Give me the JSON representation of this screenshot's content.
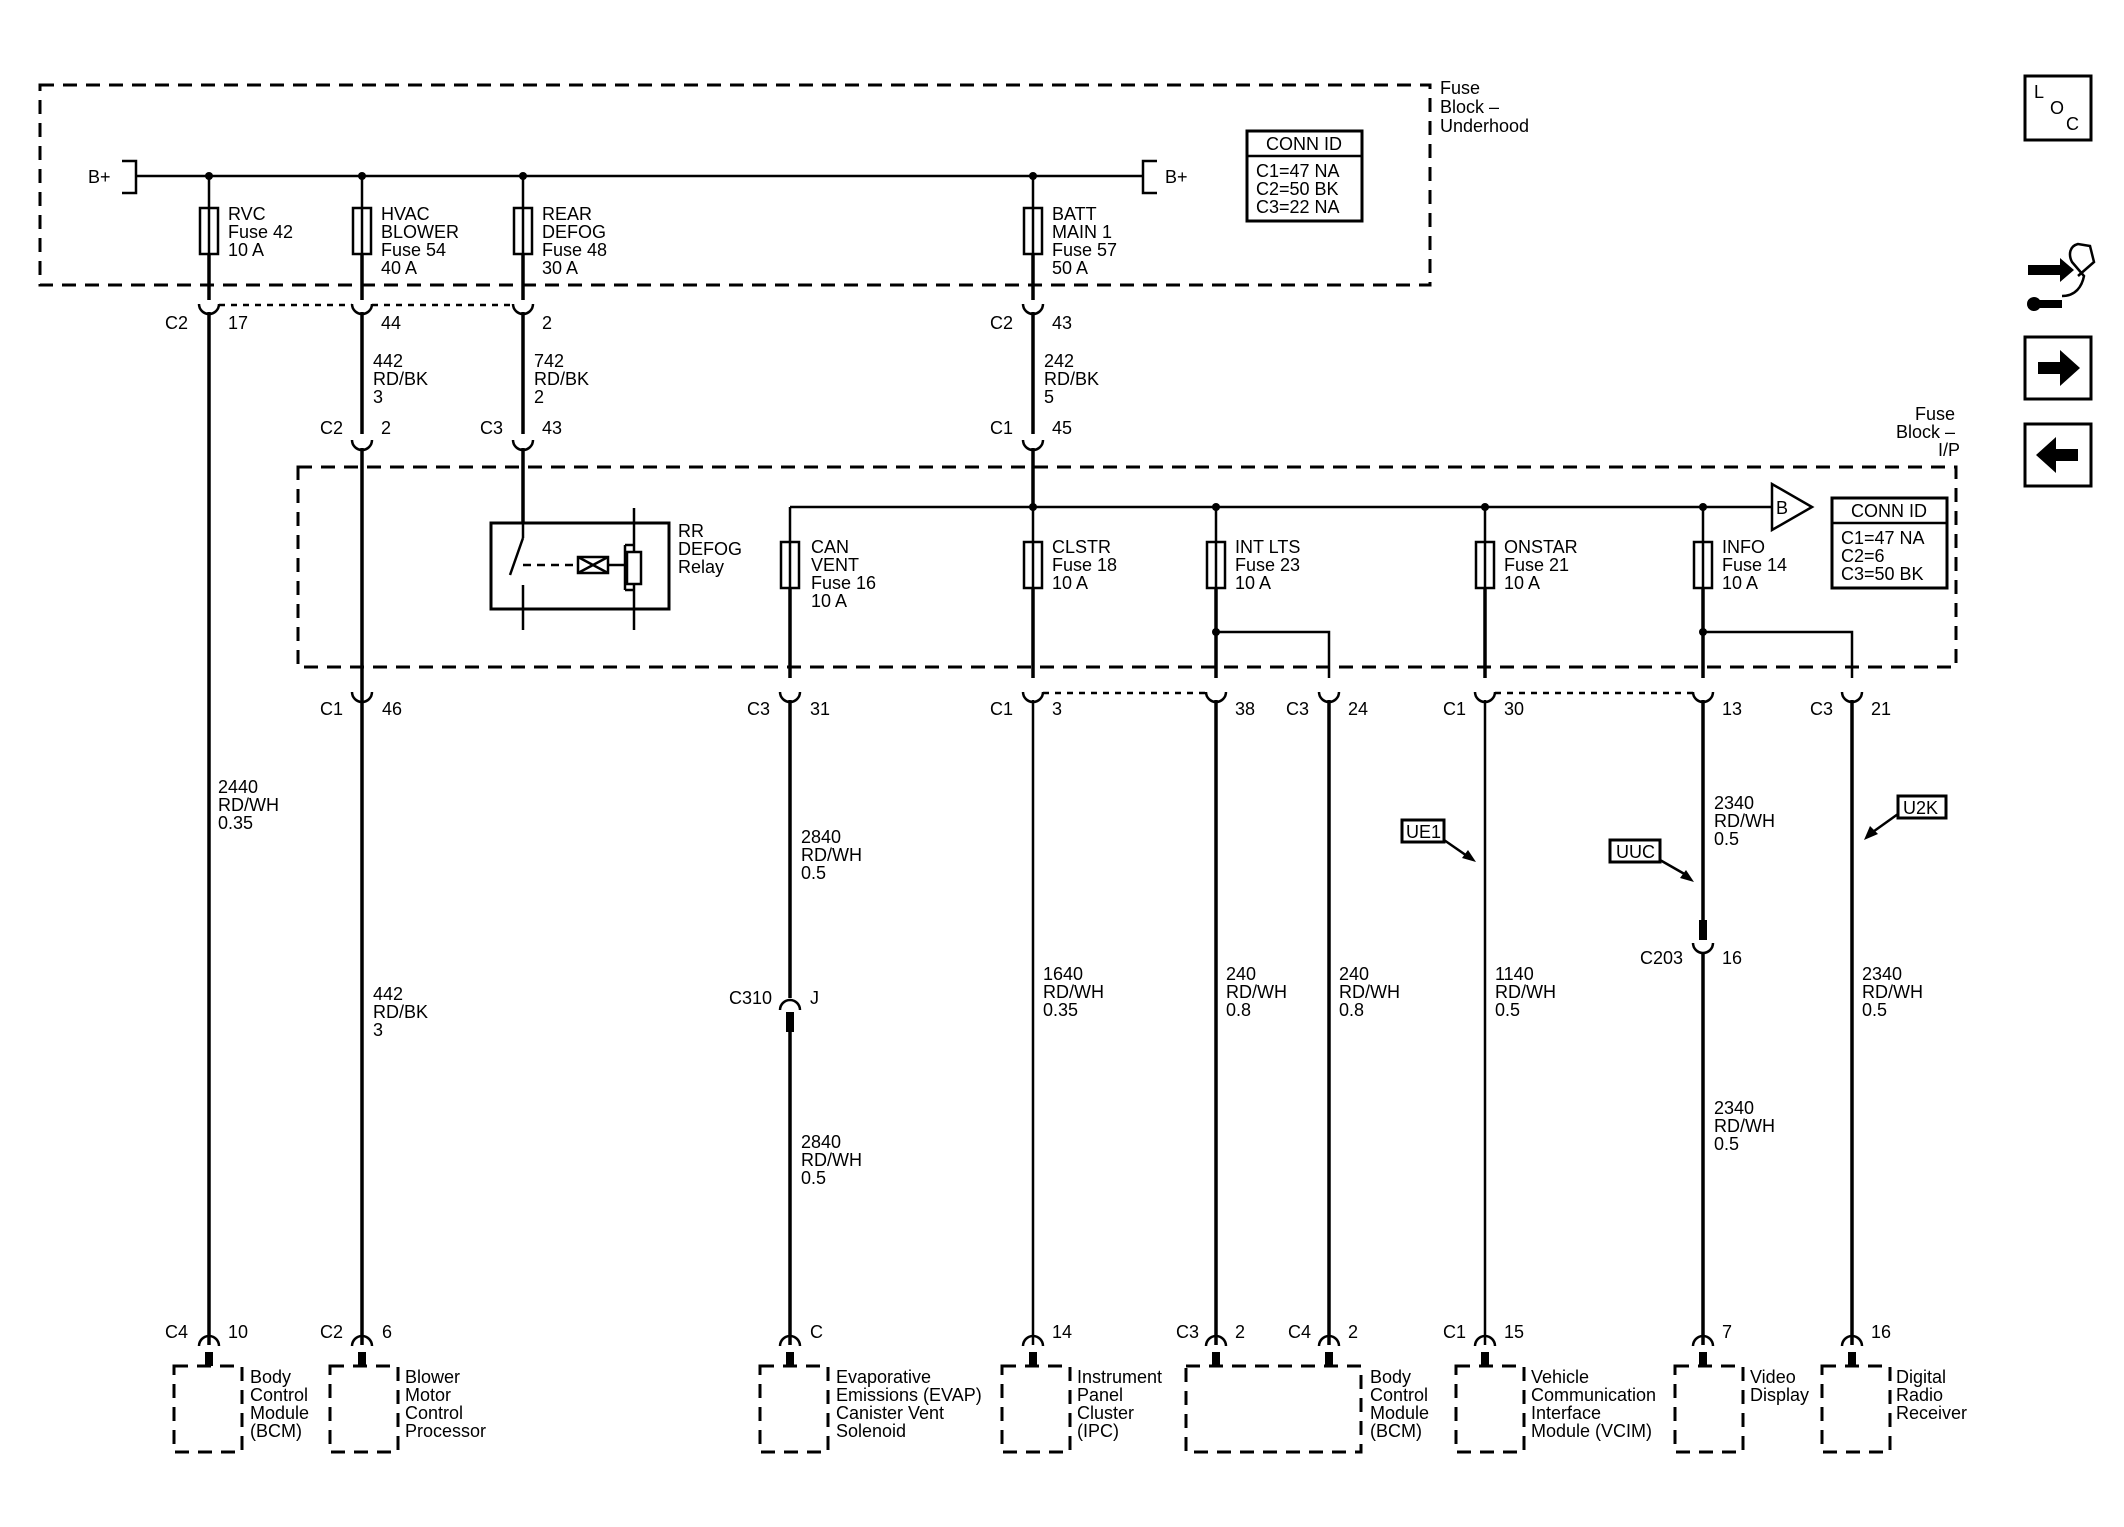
{
  "underhood_block": {
    "label": [
      "Fuse",
      "Block –",
      "Underhood"
    ]
  },
  "ip_block": {
    "label": [
      "Fuse",
      "Block –",
      "I/P"
    ]
  },
  "battery_terminal": "B+",
  "conn_id_underhood": {
    "title": "CONN ID",
    "rows": [
      "C1=47 NA",
      "C2=50 BK",
      "C3=22 NA"
    ]
  },
  "conn_id_ip": {
    "title": "CONN ID",
    "rows": [
      "C1=47 NA",
      "C2=6",
      "C3=50 BK"
    ]
  },
  "underhood_fuses": [
    {
      "label": [
        "RVC",
        "Fuse 42",
        "10 A"
      ],
      "connector": "C2",
      "pin": "17"
    },
    {
      "label": [
        "HVAC",
        "BLOWER",
        "Fuse 54",
        "40 A"
      ],
      "connector": "",
      "pin": "44"
    },
    {
      "label": [
        "REAR",
        "DEFOG",
        "Fuse 48",
        "30 A"
      ],
      "connector": "",
      "pin": "2"
    },
    {
      "label": [
        "BATT",
        "MAIN 1",
        "Fuse 57",
        "50 A"
      ],
      "connector": "C2",
      "pin": "43"
    }
  ],
  "feed_wires": [
    {
      "label": [
        "442",
        "RD/BK",
        "3"
      ],
      "connector": "C2",
      "pin": "2"
    },
    {
      "label": [
        "742",
        "RD/BK",
        "2"
      ],
      "connector": "C3",
      "pin": "43"
    },
    {
      "label": [
        "242",
        "RD/BK",
        "5"
      ],
      "connector": "C1",
      "pin": "45"
    }
  ],
  "relay": {
    "label": [
      "RR",
      "DEFOG",
      "Relay"
    ]
  },
  "bus_offpage": "B",
  "ip_fuses": [
    {
      "label": [
        "CAN",
        "VENT",
        "Fuse 16",
        "10 A"
      ]
    },
    {
      "label": [
        "CLSTR",
        "Fuse 18",
        "10 A"
      ]
    },
    {
      "label": [
        "INT LTS",
        "Fuse 23",
        "10 A"
      ]
    },
    {
      "label": [
        "ONSTAR",
        "Fuse 21",
        "10 A"
      ]
    },
    {
      "label": [
        "INFO",
        "Fuse 14",
        "10 A"
      ]
    }
  ],
  "ip_outputs": [
    {
      "connector": "C1",
      "pin": "46"
    },
    {
      "connector": "C3",
      "pin": "31"
    },
    {
      "connector": "C1",
      "pin": "3"
    },
    {
      "connector": "",
      "pin": "38"
    },
    {
      "connector": "C3",
      "pin": "24"
    },
    {
      "connector": "C1",
      "pin": "30"
    },
    {
      "connector": "",
      "pin": "13"
    },
    {
      "connector": "C3",
      "pin": "21"
    }
  ],
  "wires": [
    {
      "label": [
        "2440",
        "RD/WH",
        "0.35"
      ]
    },
    {
      "label": [
        "442",
        "RD/BK",
        "3"
      ]
    },
    {
      "label": [
        "2840",
        "RD/WH",
        "0.5"
      ]
    },
    {
      "label": [
        "2840",
        "RD/WH",
        "0.5"
      ]
    },
    {
      "label": [
        "1640",
        "RD/WH",
        "0.35"
      ]
    },
    {
      "label": [
        "240",
        "RD/WH",
        "0.8"
      ]
    },
    {
      "label": [
        "240",
        "RD/WH",
        "0.8"
      ]
    },
    {
      "label": [
        "1140",
        "RD/WH",
        "0.5"
      ]
    },
    {
      "label": [
        "2340",
        "RD/WH",
        "0.5"
      ]
    },
    {
      "label": [
        "2340",
        "RD/WH",
        "0.5"
      ]
    },
    {
      "label": [
        "2340",
        "RD/WH",
        "0.5"
      ]
    }
  ],
  "inline_connectors": [
    {
      "connector": "C310",
      "pin": "J"
    },
    {
      "connector": "C203",
      "pin": "16"
    }
  ],
  "option_codes": [
    "UE1",
    "UUC",
    "U2K"
  ],
  "components": [
    {
      "label": [
        "Body",
        "Control",
        "Module",
        "(BCM)"
      ],
      "connector": "C4",
      "pin": "10"
    },
    {
      "label": [
        "Blower",
        "Motor",
        "Control",
        "Processor"
      ],
      "connector": "C2",
      "pin": "6"
    },
    {
      "label": [
        "Evaporative",
        "Emissions (EVAP)",
        "Canister Vent",
        "Solenoid"
      ],
      "connector": "",
      "pin": "C"
    },
    {
      "label": [
        "Instrument",
        "Panel",
        "Cluster",
        "(IPC)"
      ],
      "connector": "",
      "pin": "14"
    },
    {
      "label": [
        "Body",
        "Control",
        "Module",
        "(BCM)"
      ],
      "pins": [
        {
          "connector": "C3",
          "pin": "2"
        },
        {
          "connector": "C4",
          "pin": "2"
        }
      ]
    },
    {
      "label": [
        "Vehicle",
        "Communication",
        "Interface",
        "Module (VCIM)"
      ],
      "connector": "C1",
      "pin": "15"
    },
    {
      "label": [
        "Video",
        "Display"
      ],
      "connector": "",
      "pin": "7"
    },
    {
      "label": [
        "Digital",
        "Radio",
        "Receiver"
      ],
      "connector": "",
      "pin": "16"
    }
  ],
  "nav": {
    "loc": [
      "L",
      "O",
      "C"
    ]
  }
}
